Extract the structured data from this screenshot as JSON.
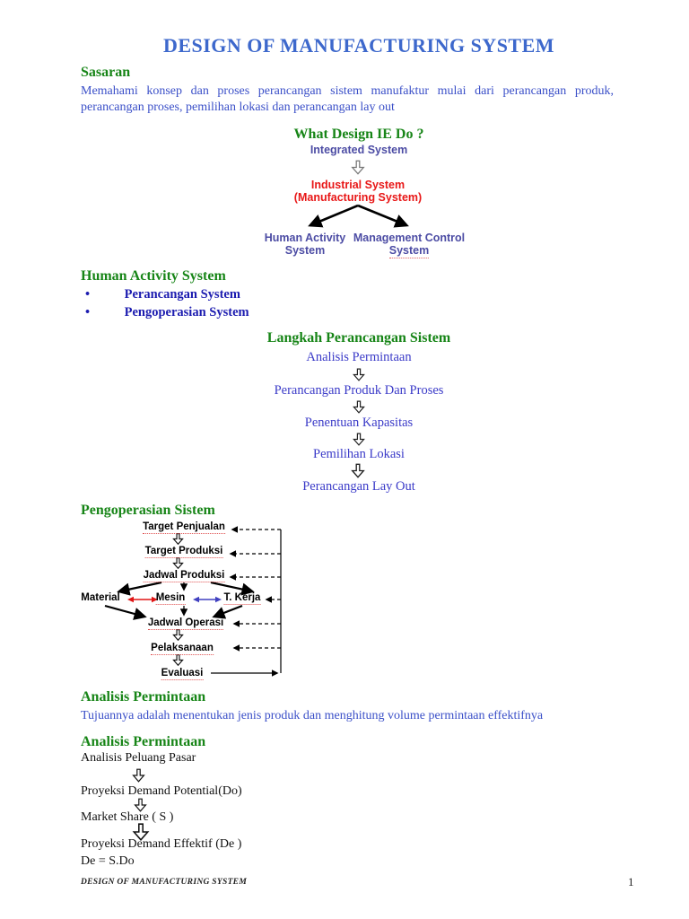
{
  "page": {
    "title": "DESIGN OF  MANUFACTURING SYSTEM",
    "footer_left": "DESIGN OF  MANUFACTURING SYSTEM",
    "page_number": "1"
  },
  "colors": {
    "title_blue": "#3d68cc",
    "heading_green": "#178517",
    "body_blue": "#3a4fc8",
    "bullet_blue": "#1c1cb0",
    "diagram_slate": "#4c4ca4",
    "alert_red": "#e81717",
    "spellcheck_red": "#e05050",
    "link_blue_arrow": "#4040c0"
  },
  "sasaran": {
    "heading": "Sasaran",
    "body": "Memahami konsep dan proses perancangan sistem manufaktur mulai dari perancangan produk, perancangan proses, pemilihan lokasi dan perancangan lay out"
  },
  "what_design": {
    "heading": "What Design IE Do ?",
    "integrated": "Integrated System",
    "industrial_line1": "Industrial System",
    "industrial_line2": "(Manufacturing System)",
    "human_line1": "Human Activity",
    "human_line2": "System",
    "mgmt_line1": "Management Control",
    "mgmt_line2": "System"
  },
  "human_activity": {
    "heading": "Human Activity System",
    "items": [
      {
        "label": "Perancangan System"
      },
      {
        "label": "Pengoperasian System"
      }
    ],
    "bullet": "•"
  },
  "langkah": {
    "heading": "Langkah Perancangan Sistem",
    "steps": [
      "Analisis Permintaan",
      "Perancangan Produk Dan Proses",
      "Penentuan Kapasitas",
      "Pemilihan Lokasi",
      "Perancangan Lay Out"
    ]
  },
  "pengoperasian": {
    "heading": "Pengoperasian Sistem",
    "nodes": {
      "target_penjualan": "Target Penjualan",
      "target_produksi": "Target Produksi",
      "jadwal_produksi": "Jadwal Produksi",
      "material": "Material",
      "mesin": "Mesin",
      "t_kerja": "T. Kerja",
      "jadwal_operasi": "Jadwal Operasi",
      "pelaksanaan": "Pelaksanaan",
      "evaluasi": "Evaluasi"
    }
  },
  "analisis_permintaan_1": {
    "heading": "Analisis Permintaan",
    "body": "Tujuannya adalah menentukan jenis produk dan menghitung volume permintaan effektifnya"
  },
  "analisis_permintaan_2": {
    "heading": "Analisis Permintaan",
    "steps": [
      "Analisis Peluang Pasar",
      "Proyeksi Demand Potential(Do)",
      "Market Share ( S )",
      "Proyeksi Demand Effektif (De )",
      "De = S.Do"
    ]
  }
}
